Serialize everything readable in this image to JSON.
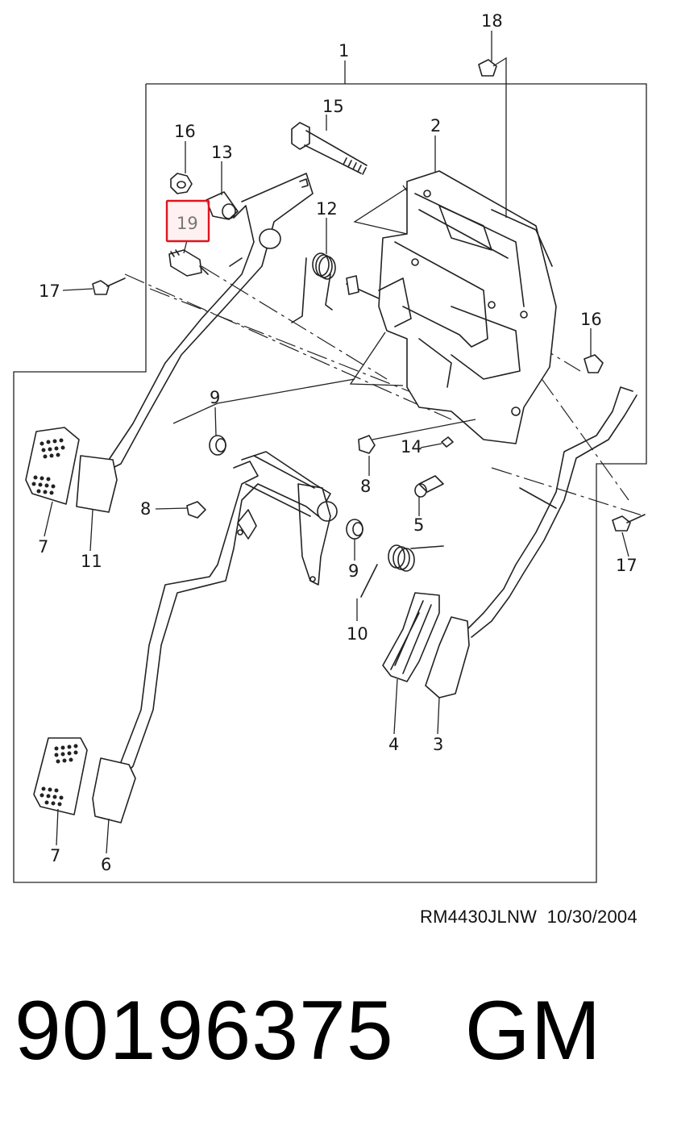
{
  "diagram": {
    "callouts": {
      "c1": "1",
      "c2": "2",
      "c3": "3",
      "c4": "4",
      "c5": "5",
      "c6": "6",
      "c7a": "7",
      "c7b": "7",
      "c8a": "8",
      "c8b": "8",
      "c9a": "9",
      "c9b": "9",
      "c10": "10",
      "c11": "11",
      "c12": "12",
      "c13": "13",
      "c14": "14",
      "c15": "15",
      "c16a": "16",
      "c16b": "16",
      "c17a": "17",
      "c17b": "17",
      "c18": "18",
      "c19": "19"
    },
    "highlighted_callout": "19",
    "highlight_color": "#e0141e"
  },
  "footer": {
    "drawing_ref": "RM4430JLNW",
    "date": "10/30/2004",
    "part_number": "90196375",
    "brand": "GM"
  }
}
